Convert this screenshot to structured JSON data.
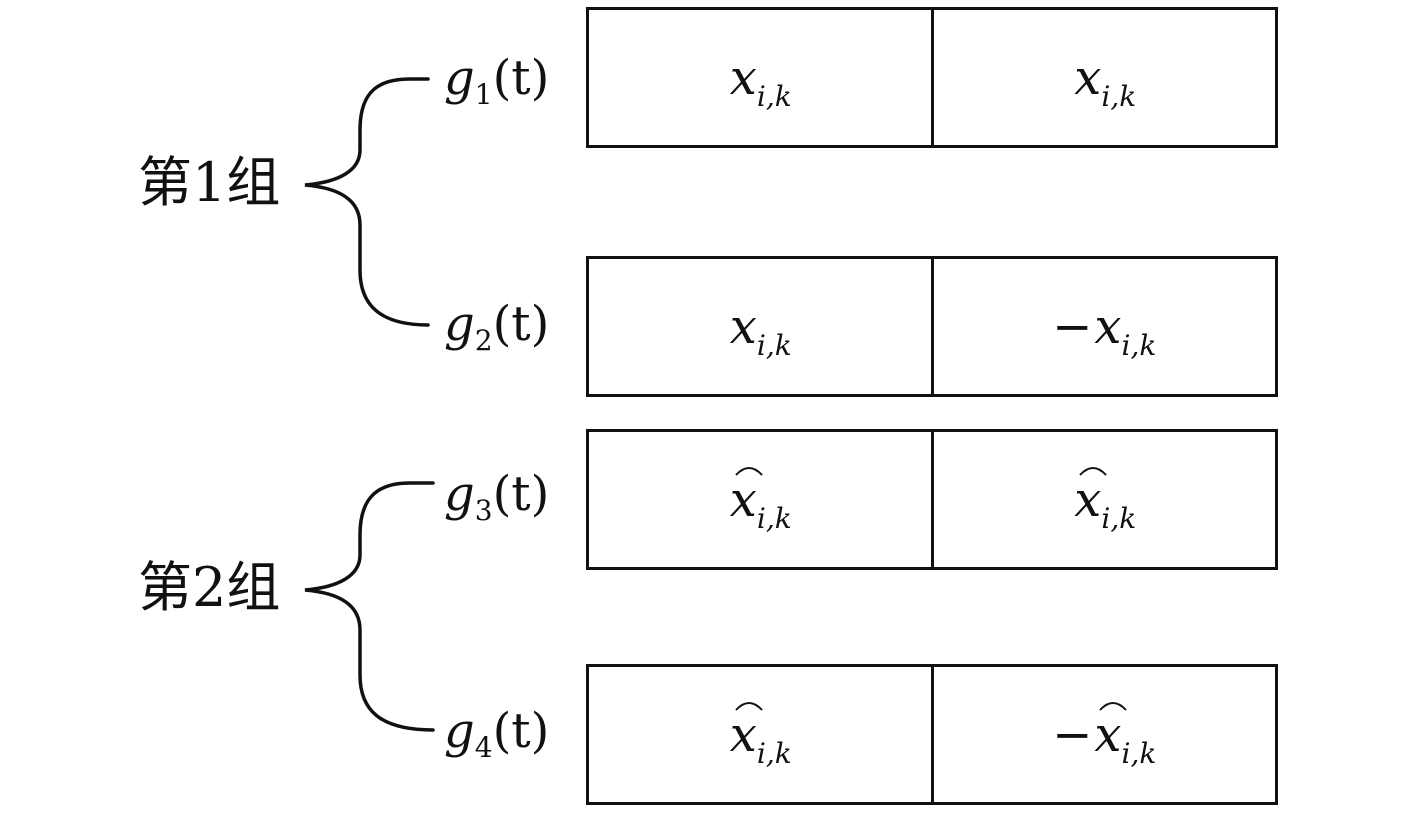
{
  "groups": [
    {
      "label": "第1组"
    },
    {
      "label": "第2组"
    }
  ],
  "rows": [
    {
      "fn": {
        "letter": "g",
        "sub": "1",
        "arg": "(t)"
      },
      "cells": [
        {
          "sign": "",
          "base": "x",
          "sub": "i,k",
          "hat": false
        },
        {
          "sign": "",
          "base": "x",
          "sub": "i,k",
          "hat": false
        }
      ]
    },
    {
      "fn": {
        "letter": "g",
        "sub": "2",
        "arg": "(t)"
      },
      "cells": [
        {
          "sign": "",
          "base": "x",
          "sub": "i,k",
          "hat": false
        },
        {
          "sign": "−",
          "base": "x",
          "sub": "i,k",
          "hat": false
        }
      ]
    },
    {
      "fn": {
        "letter": "g",
        "sub": "3",
        "arg": "(t)"
      },
      "cells": [
        {
          "sign": "",
          "base": "x",
          "sub": "i,k",
          "hat": true
        },
        {
          "sign": "",
          "base": "x",
          "sub": "i,k",
          "hat": true
        }
      ]
    },
    {
      "fn": {
        "letter": "g",
        "sub": "4",
        "arg": "(t)"
      },
      "cells": [
        {
          "sign": "",
          "base": "x",
          "sub": "i,k",
          "hat": true
        },
        {
          "sign": "−",
          "base": "x",
          "sub": "i,k",
          "hat": true
        }
      ]
    }
  ]
}
